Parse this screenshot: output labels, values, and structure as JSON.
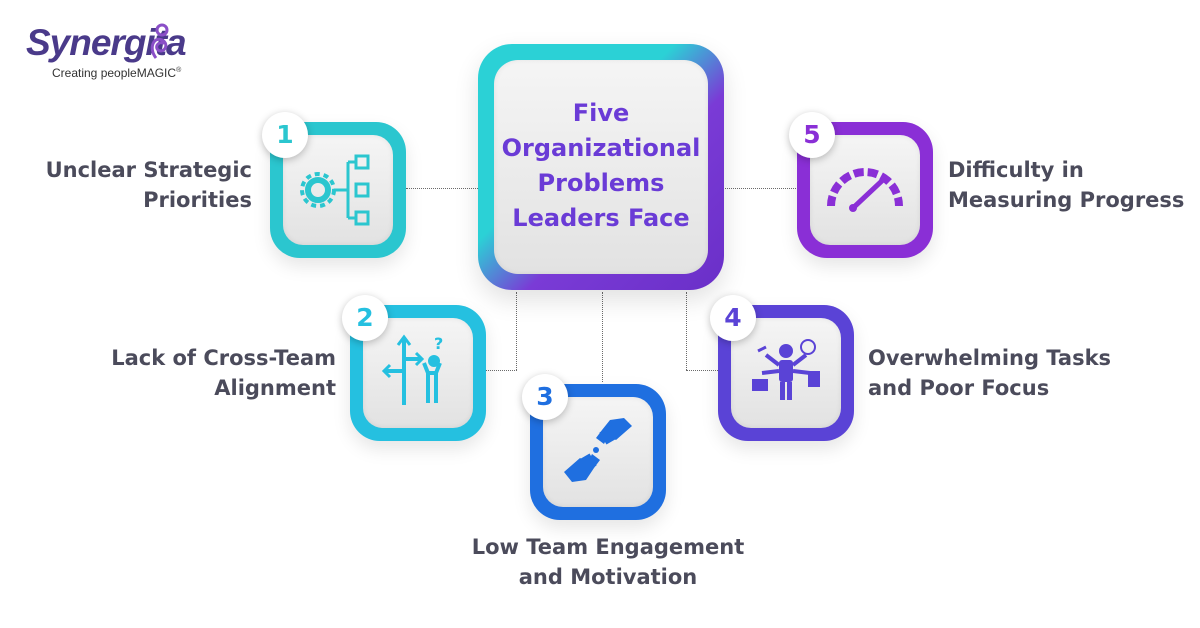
{
  "brand": {
    "name": "Synergita",
    "tagline": "Creating peopleMAGIC",
    "trademark": "®"
  },
  "center": {
    "title": "Five Organizational Problems Leaders Face"
  },
  "problems": [
    {
      "number": "1",
      "label_line1": "Unclear Strategic",
      "label_line2": "Priorities",
      "icon": "strategy-gear-checklist-icon",
      "color": "#2bc6cf"
    },
    {
      "number": "2",
      "label_line1": "Lack of Cross-Team",
      "label_line2": "Alignment",
      "icon": "confused-signpost-icon",
      "color": "#25c0e0"
    },
    {
      "number": "3",
      "label_line1": "Low Team Engagement",
      "label_line2": "and Motivation",
      "icon": "puzzle-hands-icon",
      "color": "#1f6fe0"
    },
    {
      "number": "4",
      "label_line1": "Overwhelming Tasks",
      "label_line2": "and Poor Focus",
      "icon": "multitasking-person-icon",
      "color": "#5a43d6"
    },
    {
      "number": "5",
      "label_line1": "Difficulty in",
      "label_line2": "Measuring Progress",
      "icon": "speedometer-icon",
      "color": "#8a2fd6"
    }
  ]
}
